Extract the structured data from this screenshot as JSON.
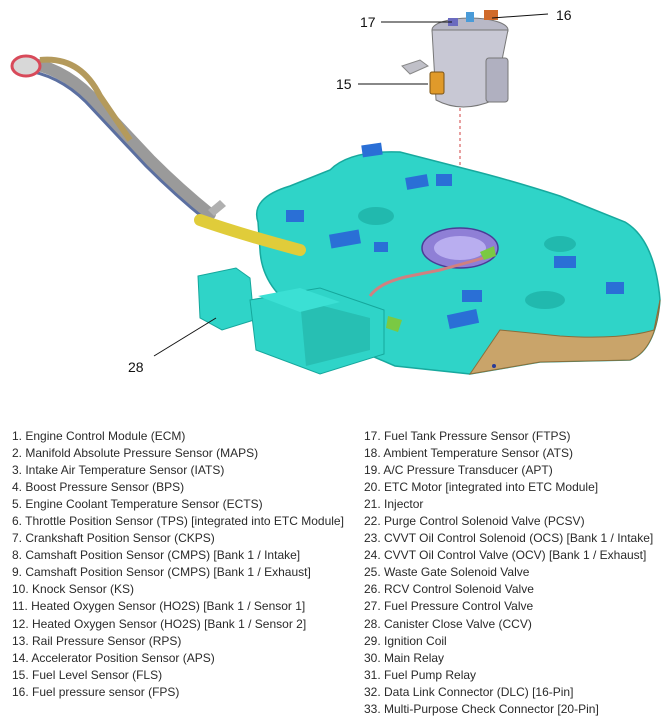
{
  "callouts": [
    "17",
    "16",
    "15",
    "28"
  ],
  "colors": {
    "tank": "#2fd4c8",
    "tank_shadow": "#15a79c",
    "pad": "#2a6fd6",
    "tan": "#c9a46a",
    "fill_pipe": "#9a9a9a",
    "yellow_hose": "#e0cc3a",
    "green_fitting": "#7ac943",
    "pink_fitting": "#e26060",
    "pump_body": "#c8c8d4"
  },
  "legend_left": [
    "1. Engine Control Module (ECM)",
    "2. Manifold Absolute Pressure Sensor (MAPS)",
    "3. Intake Air Temperature Sensor (IATS)",
    "4. Boost Pressure Sensor (BPS)",
    "5. Engine Coolant Temperature Sensor (ECTS)",
    "6. Throttle Position Sensor (TPS) [integrated into ETC Module]",
    "7. Crankshaft Position Sensor (CKPS)",
    "8. Camshaft Position Sensor (CMPS) [Bank 1 / Intake]",
    "9. Camshaft Position Sensor (CMPS) [Bank 1 / Exhaust]",
    "10. Knock Sensor (KS)",
    "11. Heated Oxygen Sensor (HO2S) [Bank 1 / Sensor 1]",
    "12. Heated Oxygen Sensor (HO2S) [Bank 1 / Sensor 2]",
    "13. Rail Pressure Sensor (RPS)",
    "14. Accelerator Position Sensor (APS)",
    "15. Fuel Level Sensor (FLS)",
    "16. Fuel pressure sensor (FPS)"
  ],
  "legend_right": [
    "17. Fuel Tank Pressure Sensor (FTPS)",
    "18. Ambient Temperature Sensor (ATS)",
    "19. A/C Pressure Transducer (APT)",
    "20. ETC Motor [integrated into ETC Module]",
    "21. Injector",
    "22. Purge Control Solenoid Valve (PCSV)",
    "23. CVVT Oil Control Solenoid (OCS) [Bank 1 / Intake]",
    "24. CVVT Oil Control Valve (OCV) [Bank 1 / Exhaust]",
    "25. Waste Gate Solenoid Valve",
    "26. RCV Control Solenoid Valve",
    "27. Fuel Pressure Control Valve",
    "28. Canister Close Valve (CCV)",
    "29. Ignition Coil",
    "30. Main Relay",
    "31. Fuel Pump Relay",
    "32. Data Link Connector (DLC) [16-Pin]",
    "33. Multi-Purpose Check Connector [20-Pin]"
  ]
}
